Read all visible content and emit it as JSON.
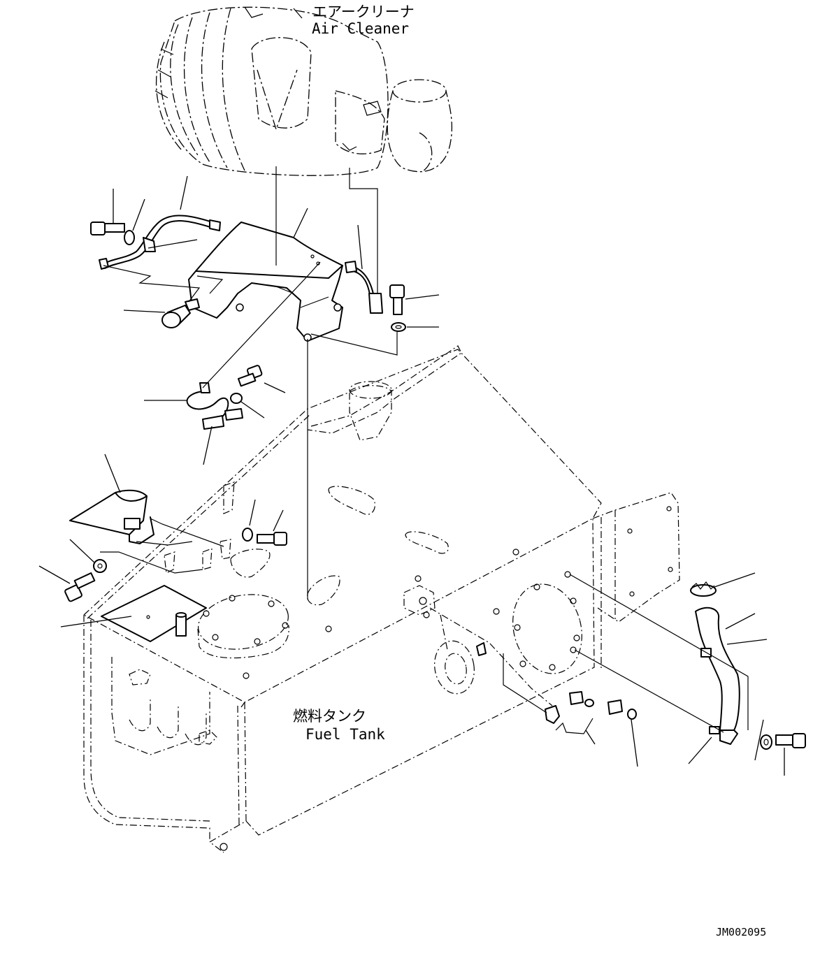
{
  "labels": {
    "air_cleaner_jp": "エアークリーナ",
    "air_cleaner_en": "Air Cleaner",
    "fuel_tank_jp": "燃料タンク",
    "fuel_tank_en": "Fuel Tank",
    "drawing_code": "JM002095"
  }
}
